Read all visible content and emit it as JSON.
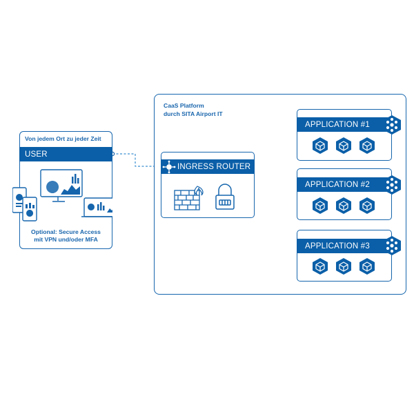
{
  "user_panel": {
    "caption": "Von jedem Ort zu jeder Zeit",
    "bar_label": "USER",
    "note_line1": "Optional: Secure Access",
    "note_line2": "mit VPN und/oder MFA"
  },
  "platform": {
    "title_line1": "CaaS Platform",
    "title_line2": "durch SITA Airport IT"
  },
  "router": {
    "label": "INGRESS ROUTER"
  },
  "applications": [
    {
      "label": "APPLICATION #1"
    },
    {
      "label": "APPLICATION #2"
    },
    {
      "label": "APPLICATION #3"
    }
  ],
  "colors": {
    "brand_blue": "#0b5fa8",
    "link_blue": "#3a8fd0",
    "background": "#ffffff"
  },
  "icons": [
    "dashboard-devices-icon",
    "router-node-icon",
    "firewall-icon",
    "padlock-icon",
    "cube-icon",
    "cluster-icon"
  ]
}
